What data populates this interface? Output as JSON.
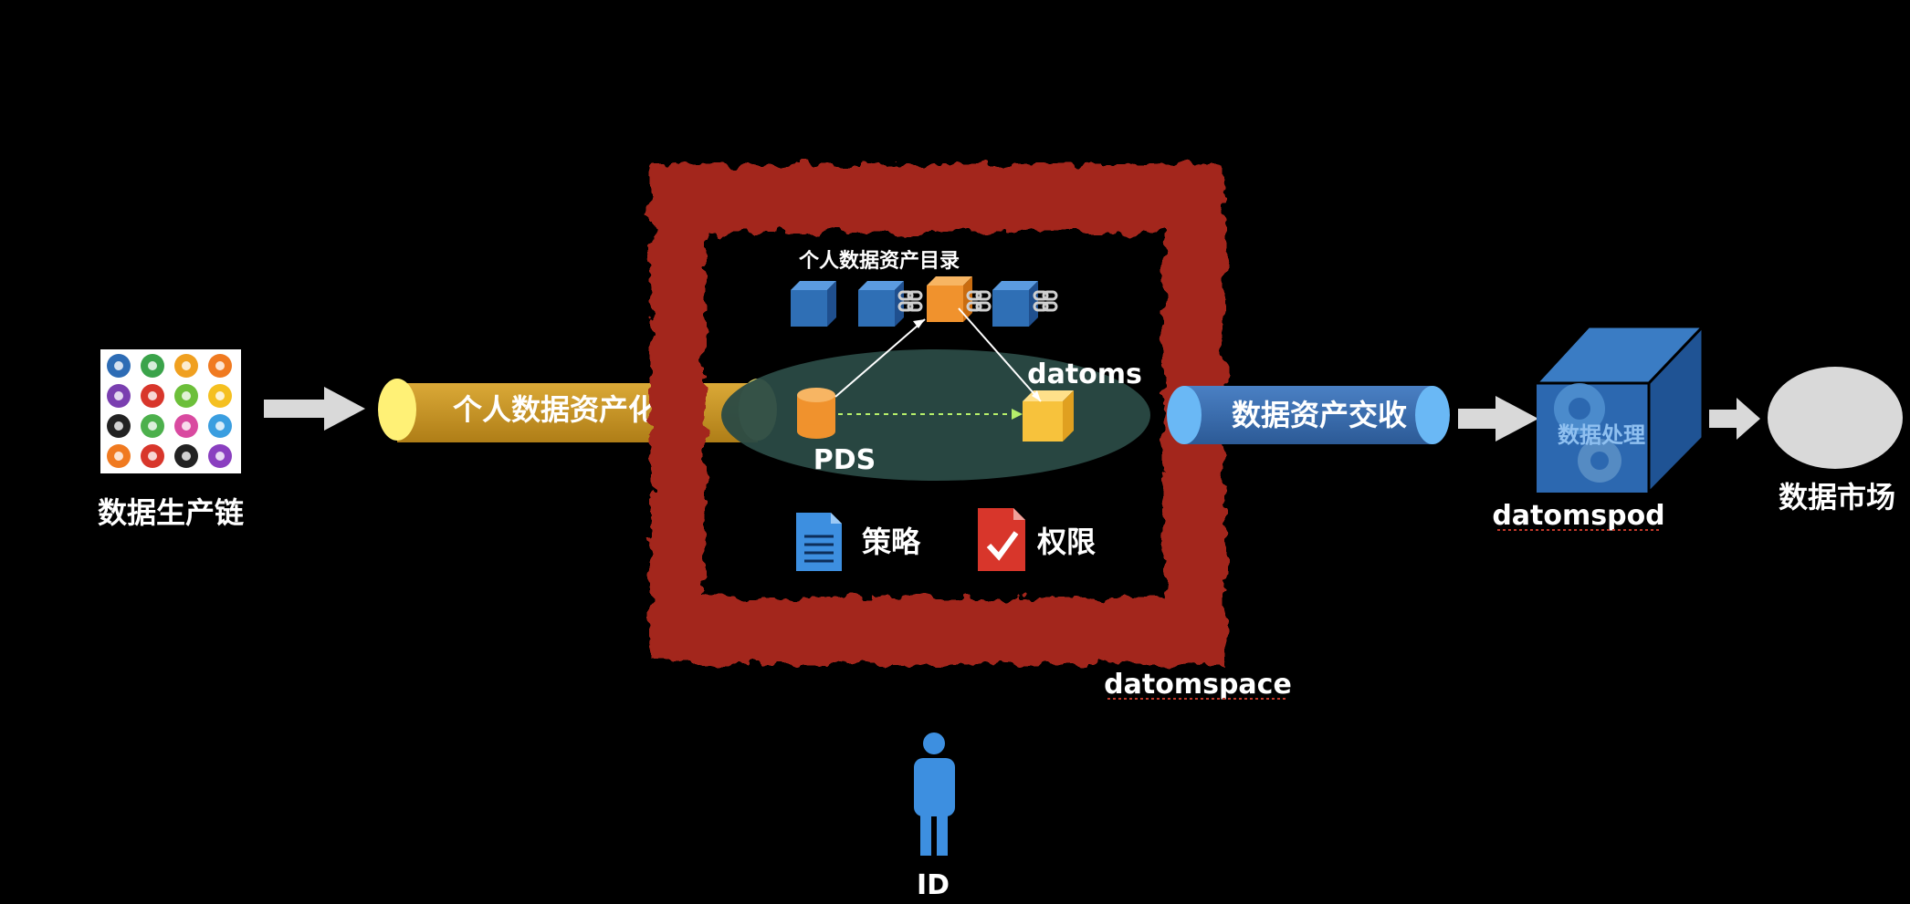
{
  "labels": {
    "data_chain": "数据生产链",
    "personal_assetize": "个人数据资产化",
    "catalog": "个人数据资产目录",
    "datoms": "datoms",
    "pds": "PDS",
    "policy": "策略",
    "permission": "权限",
    "datomspace": "datomspace",
    "asset_delivery": "数据资产交收",
    "data_processing": "数据处理",
    "datomspod": "datomspod",
    "data_market": "数据市场",
    "id": "ID"
  },
  "colors": {
    "frame_red": "#a3281c",
    "yellow_pipe": "#d8a12a",
    "yellow_cap": "#fff176",
    "blue_pipe": "#3f73b8",
    "blue_cap": "#6ab8f5",
    "ellipse_green": "#2a4a45",
    "cube_blue": "#2f6fb5",
    "cube_orange": "#f0922d",
    "pod_blue": "#2c68b0",
    "market_grey": "#d9d9d9",
    "person_blue": "#3d8fe0",
    "arrow_grey": "#d9d9d9"
  },
  "icons": {
    "app_grid": "app-icons-grid",
    "arrow": "right-arrow-icon",
    "database": "database-icon",
    "cube": "cube-icon",
    "chain": "chain-link-icon",
    "document": "document-icon",
    "checked_document": "checked-document-icon",
    "gear": "gear-icon",
    "person": "person-icon"
  }
}
